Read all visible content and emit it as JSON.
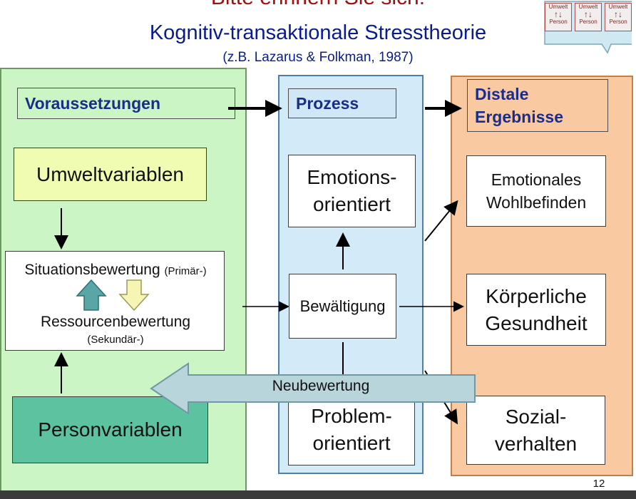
{
  "title": {
    "line1": "Bitte erinnern Sie sich:",
    "line2": "Kognitiv-transaktionale Stresstheorie",
    "line3": "(z.B. Lazarus & Folkman, 1987)"
  },
  "left": {
    "header": "Voraussetzungen",
    "umwelt": "Umweltvariablen",
    "situation_main": "Situationsbewertung",
    "situation_sub": "(Primär-)",
    "ressourcen_main": "Ressourcenbewertung",
    "ressourcen_sub": "(Sekundär-)",
    "person": "Personvariablen"
  },
  "middle": {
    "header": "Prozess",
    "emotion_l1": "Emotions-",
    "emotion_l2": "orientiert",
    "bewaeltigung": "Bewältigung",
    "problem_l1": "Problem-",
    "problem_l2": "orientiert"
  },
  "right": {
    "header_l1": "Distale",
    "header_l2": "Ergebnisse",
    "wohl_l1": "Emotionales",
    "wohl_l2": "Wohlbefinden",
    "koerp_l1": "Körperliche",
    "koerp_l2": "Gesundheit",
    "sozial_l1": "Sozial-",
    "sozial_l2": "verhalten"
  },
  "neubewertung": "Neubewertung",
  "page_number": "12",
  "mini_icon": {
    "items": [
      {
        "top": "Umwelt",
        "bottom": "Person"
      },
      {
        "top": "Umwelt",
        "bottom": "Person"
      },
      {
        "top": "Umwelt",
        "bottom": "Person"
      }
    ]
  },
  "colors": {
    "left_panel": "#ccf5c6",
    "mid_panel": "#d3eaf9",
    "right_panel": "#f9c9a1",
    "umwelt_box": "#f1fcb3",
    "person_box": "#5cc29f",
    "title_red": "#a01010",
    "title_blue": "#0a1c8c"
  }
}
